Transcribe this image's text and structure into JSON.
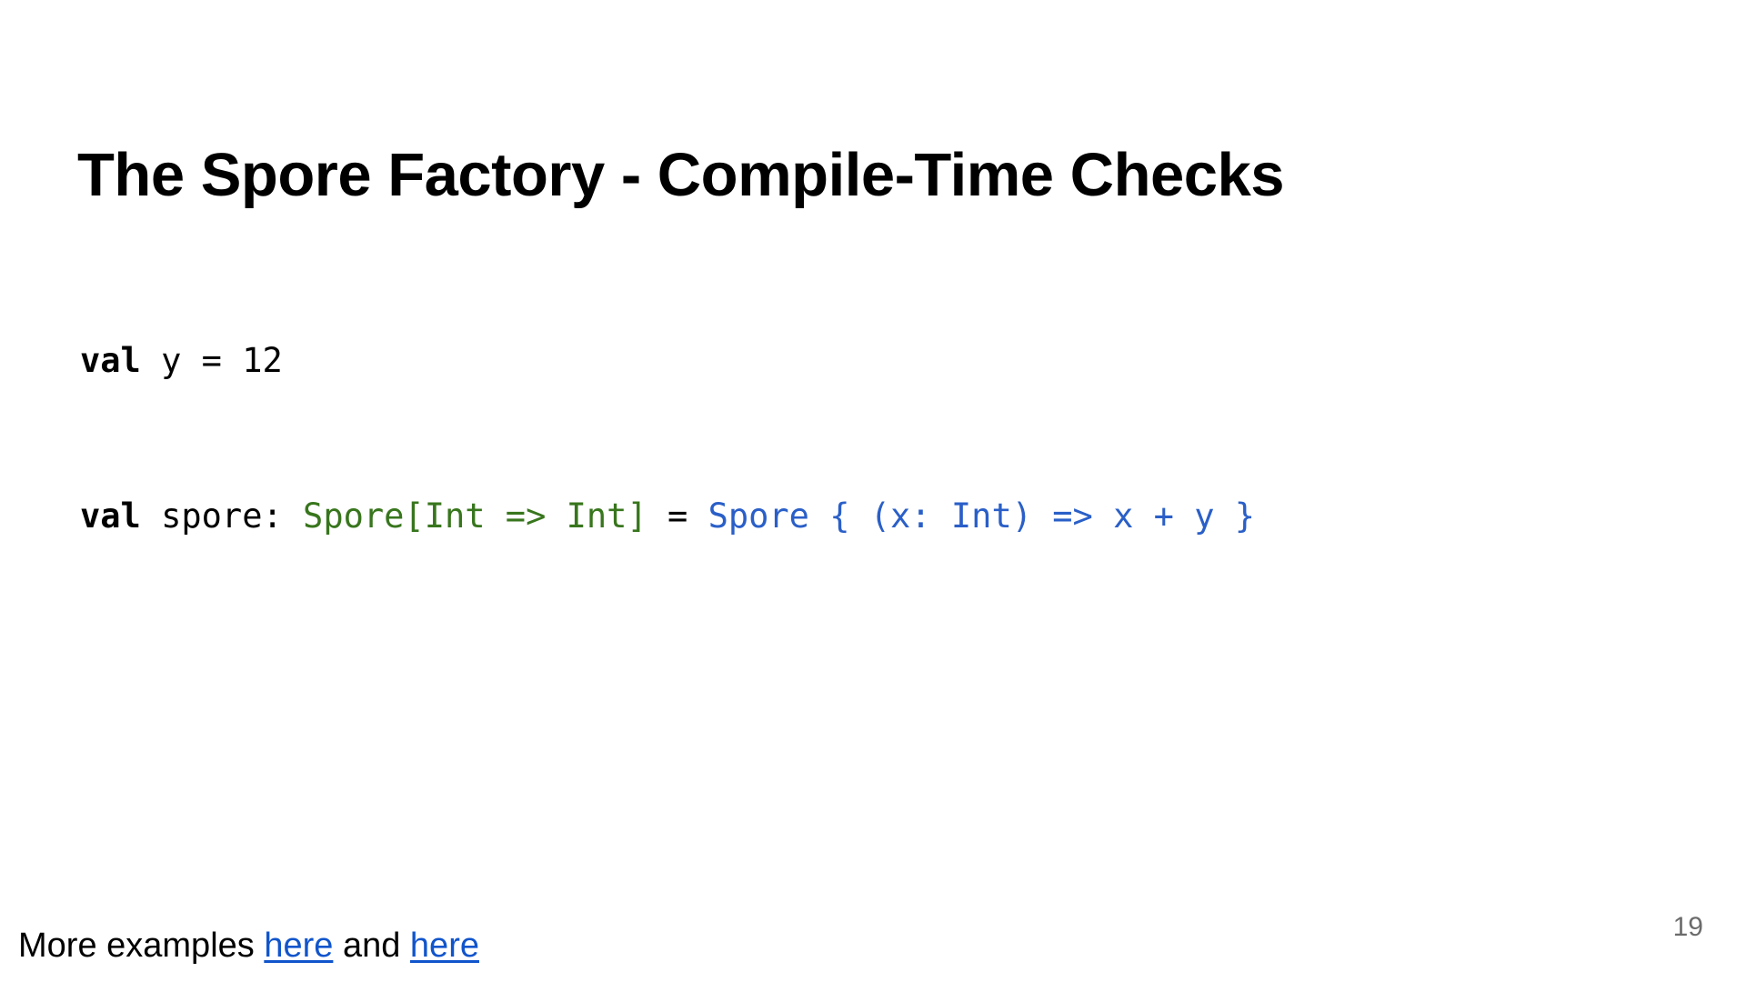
{
  "slide": {
    "title": "The Spore Factory - Compile-Time Checks",
    "page_number": "19"
  },
  "code": {
    "language": "scala",
    "colors": {
      "keyword": "#000000",
      "plain": "#000000",
      "type": "#38761d",
      "expr": "#2a5fc8"
    },
    "lines": [
      {
        "tokens": [
          {
            "text": "val",
            "style": "keyword"
          },
          {
            "text": " y = 12",
            "style": "plain"
          }
        ]
      },
      {
        "tokens": [
          {
            "text": "val",
            "style": "keyword"
          },
          {
            "text": " spore: ",
            "style": "plain"
          },
          {
            "text": "Spore[Int => Int]",
            "style": "type"
          },
          {
            "text": " = ",
            "style": "plain"
          },
          {
            "text": "Spore { (x: Int) => x + y }",
            "style": "expr"
          }
        ]
      }
    ]
  },
  "footer": {
    "prefix": "More examples ",
    "link1": "here",
    "middle": " and ",
    "link2": "here",
    "link_color": "#1155cc"
  }
}
